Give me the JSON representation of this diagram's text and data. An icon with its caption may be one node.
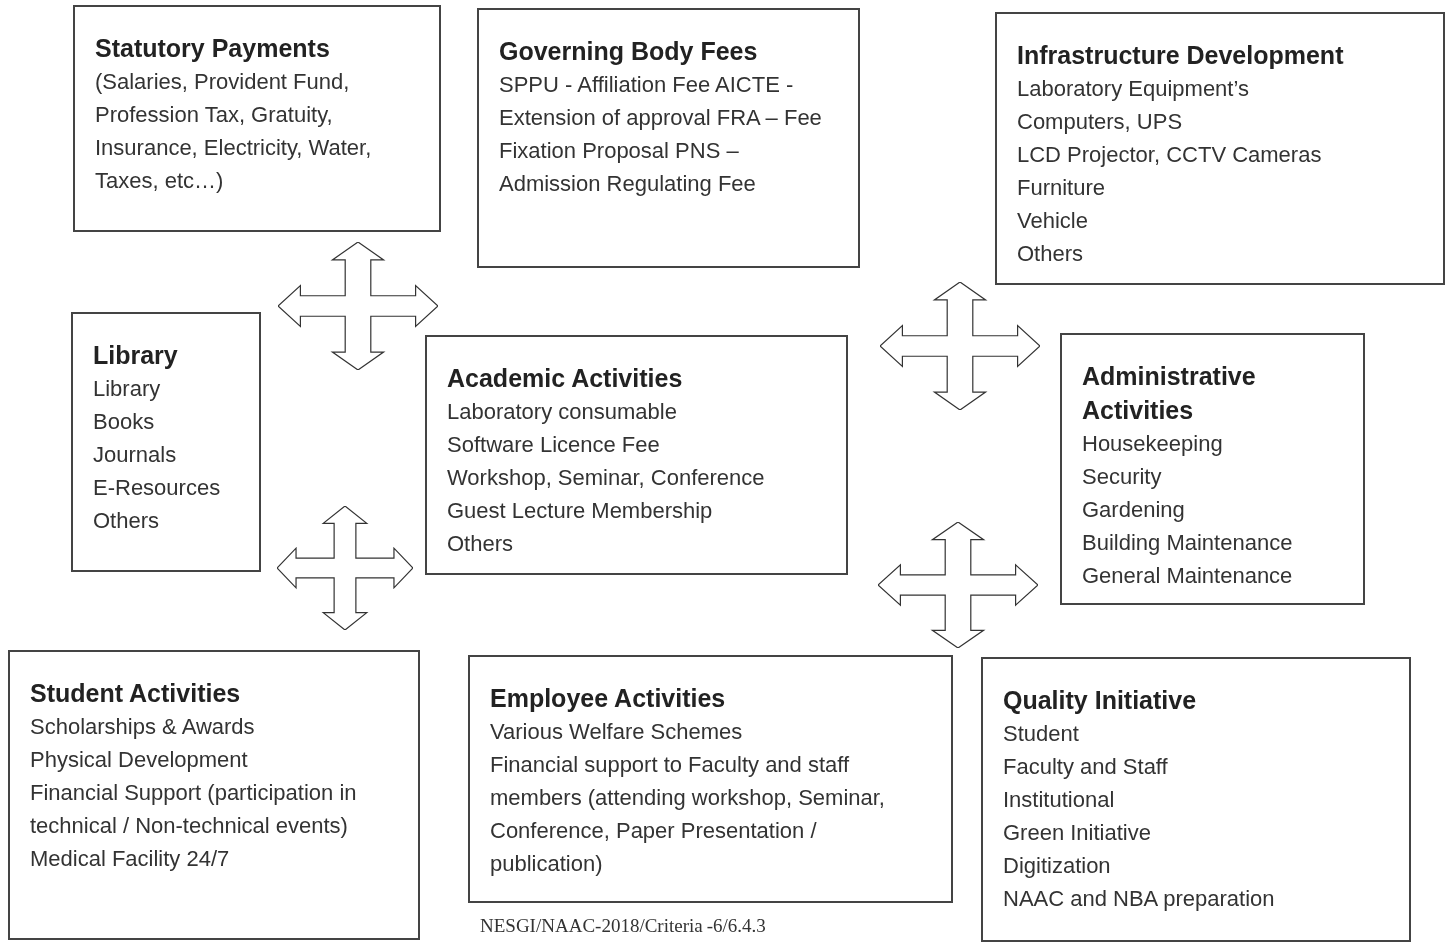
{
  "diagram": {
    "nodes": [
      {
        "text": [
          "Statutory Payments",
          "(Salaries, Provident Fund, Profession Tax, Gratuity, Insurance, Electricity, Water, Taxes, etc…)"
        ]
      },
      {
        "text": [
          "Governing Body Fees",
          "SPPU - Affiliation Fee AICTE - Extension of approval FRA – Fee Fixation Proposal PNS – Admission Regulating Fee"
        ]
      },
      {
        "text": [
          "Infrastructure Development",
          "Laboratory Equipment’s",
          "Computers, UPS",
          "LCD Projector, CCTV Cameras",
          "Furniture",
          "Vehicle",
          "Others"
        ]
      },
      {
        "text": [
          "Library",
          "Library",
          "Books",
          "Journals",
          "E-Resources",
          "Others"
        ]
      },
      {
        "text": [
          "Academic Activities",
          "Laboratory consumable",
          "Software Licence Fee",
          "Workshop, Seminar, Conference",
          "Guest Lecture Membership",
          "Others"
        ]
      },
      {
        "text": [
          "Administrative Activities",
          "Housekeeping",
          "Security",
          "Gardening",
          "Building Maintenance",
          "General Maintenance"
        ]
      },
      {
        "text": [
          "Student Activities",
          "Scholarships & Awards",
          "Physical Development",
          "Financial Support (participation in technical / Non-technical events)",
          "Medical Facility 24/7"
        ]
      },
      {
        "text": [
          "Employee Activities",
          "Various Welfare Schemes",
          "Financial support to Faculty and staff members (attending workshop, Seminar, Conference, Paper Presentation / publication)"
        ]
      },
      {
        "text": [
          "Quality Initiative",
          "Student",
          "Faculty and Staff",
          "Institutional",
          "Green Initiative",
          "Digitization",
          "NAAC and NBA preparation"
        ]
      }
    ],
    "edges": [
      {
        "from": 0,
        "to": 4,
        "arrow": "both"
      },
      {
        "from": 2,
        "to": 5,
        "arrow": "both"
      },
      {
        "from": 3,
        "to": 4,
        "arrow": "both"
      },
      {
        "from": 4,
        "to": 5,
        "arrow": "both"
      }
    ],
    "labels": [
      "NESGI/NAAC-2018/Criteria",
      "-6/6.4.3"
    ]
  }
}
